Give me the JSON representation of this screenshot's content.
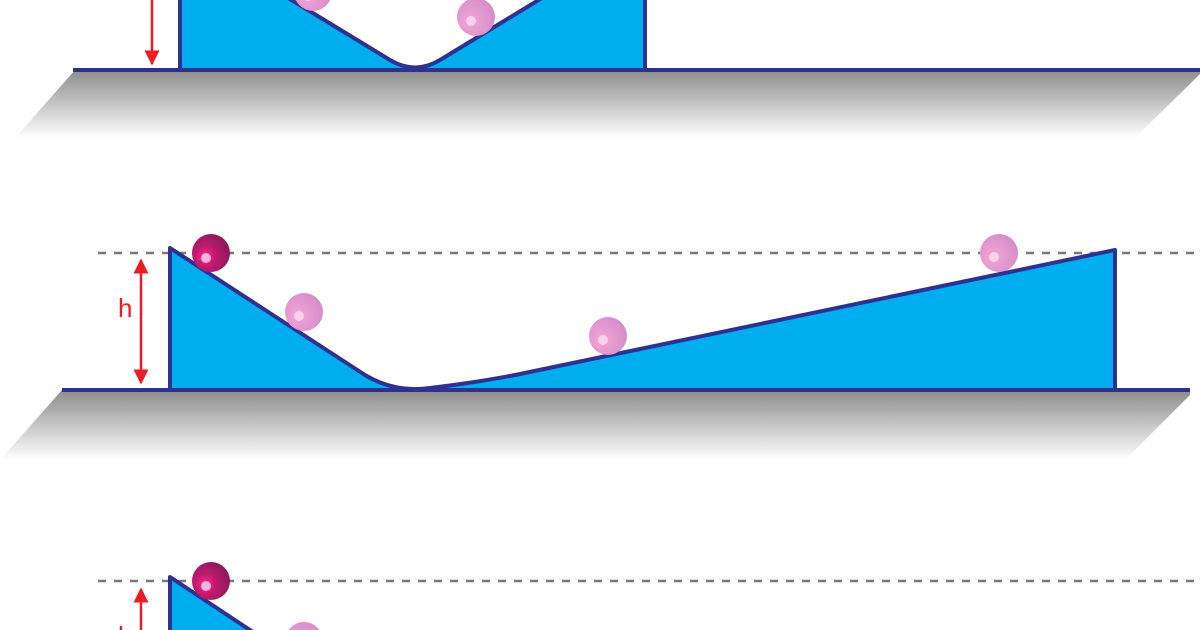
{
  "diagram": {
    "height_label": "h",
    "colors": {
      "ramp_fill": "#00aeef",
      "ramp_stroke": "#2e3192",
      "ground_line": "#2e3192",
      "ground_shade_dark": "#8c8c8c",
      "ground_shade_light": "#ffffff",
      "arrow": "#ed1c24",
      "dashed_line": "#7a7a7a",
      "ball_solid": "#9e1f63",
      "ball_faded": "#d68fc8",
      "ball_highlight": "#ff4fa3"
    },
    "panels": [
      {
        "name": "symmetric-track",
        "label_visible": false
      },
      {
        "name": "long-shallow-track",
        "label_visible": true
      },
      {
        "name": "flat-extended-track",
        "label_visible": true
      }
    ]
  }
}
